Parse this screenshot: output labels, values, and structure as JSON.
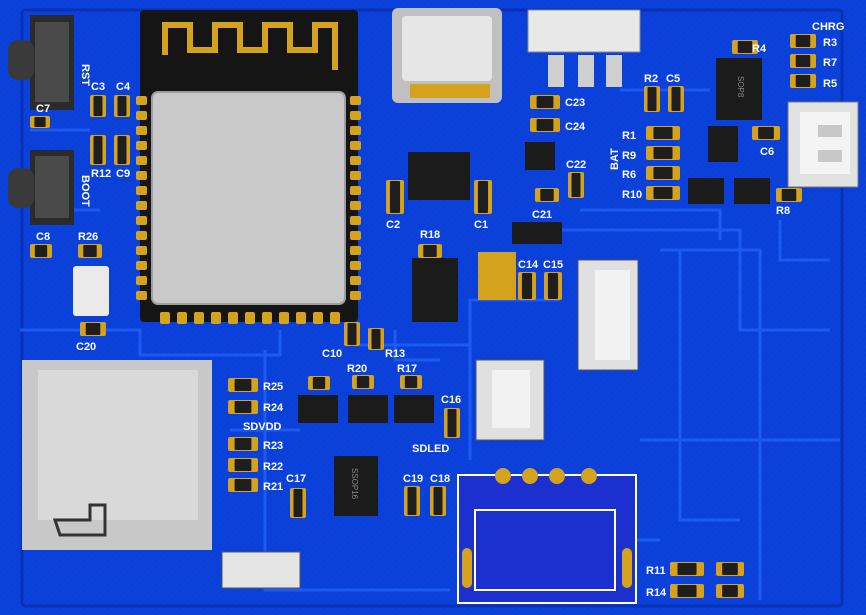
{
  "board": {
    "colors": {
      "pcb": "#0a3fd8",
      "pcb_dark": "#072fa8",
      "trace": "#1a55f0",
      "pad": "#d4a21c",
      "silk": "#ffffff",
      "chip": "#1b1b1b"
    }
  },
  "labels": {
    "rst": "RST",
    "boot": "BOOT",
    "c7": "C7",
    "c3": "C3",
    "c4": "C4",
    "r12": "R12",
    "c9": "C9",
    "c8": "C8",
    "r26": "R26",
    "c20": "C20",
    "c23": "C23",
    "c24": "C24",
    "c22": "C22",
    "bat": "BAT",
    "c2": "C2",
    "c1": "C1",
    "c21": "C21",
    "r18": "R18",
    "c14": "C14",
    "c15": "C15",
    "c10": "C10",
    "r13": "R13",
    "r20": "R20",
    "r17": "R17",
    "c16": "C16",
    "r25": "R25",
    "r24": "R24",
    "sdvdd": "SDVDD",
    "r23": "R23",
    "r22": "R22",
    "r21": "R21",
    "c17": "C17",
    "sdled": "SDLED",
    "c19": "C19",
    "c18": "C18",
    "chrg": "CHRG",
    "r3": "R3",
    "r7": "R7",
    "r5": "R5",
    "r4": "R4",
    "r2": "R2",
    "c5": "C5",
    "r1": "R1",
    "r9": "R9",
    "r6": "R6",
    "r10": "R10",
    "c6": "C6",
    "r8": "R8",
    "r11": "R11",
    "r14": "R14",
    "sop8": "SOP8",
    "ssop16": "SSOP16"
  }
}
